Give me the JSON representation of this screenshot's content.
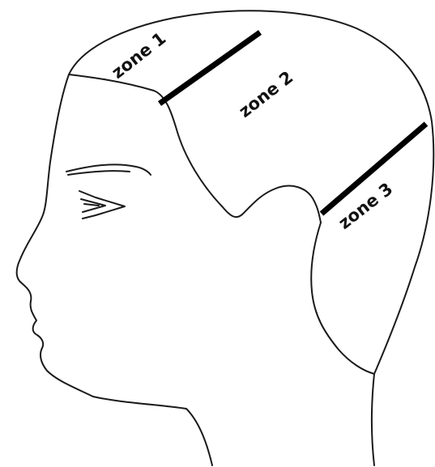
{
  "diagram": {
    "zones": [
      {
        "label": "zone 1"
      },
      {
        "label": "zone 2"
      },
      {
        "label": "zone 3"
      }
    ],
    "colors": {
      "outline": "#1a1a1a",
      "divider": "#000000",
      "label": "#111111",
      "background": "#ffffff"
    }
  }
}
